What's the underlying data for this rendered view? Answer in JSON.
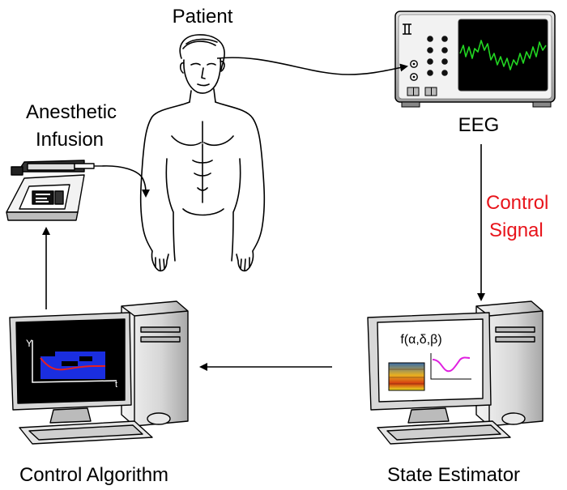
{
  "labels": {
    "patient": "Patient",
    "anesthetic_line1": "Anesthetic",
    "anesthetic_line2": "Infusion",
    "eeg": "EEG",
    "control_signal_line1": "Control",
    "control_signal_line2": "Signal",
    "control_algorithm": "Control Algorithm",
    "state_estimator": "State Estimator",
    "estimator_formula": "f(α,δ,β)",
    "plot_y_axis": "Y",
    "plot_t_axis": "t"
  },
  "colors": {
    "control_signal": "#e8141b",
    "eeg_trace": "#22d622",
    "algorithm_bars": "#1a2ee0",
    "algorithm_curve": "#e82020",
    "estimator_curve": "#e020e0"
  },
  "icons": {
    "patient": "human-figure-icon",
    "eeg": "eeg-monitor-icon",
    "infusion": "syringe-pump-icon",
    "computer": "desktop-computer-icon"
  }
}
